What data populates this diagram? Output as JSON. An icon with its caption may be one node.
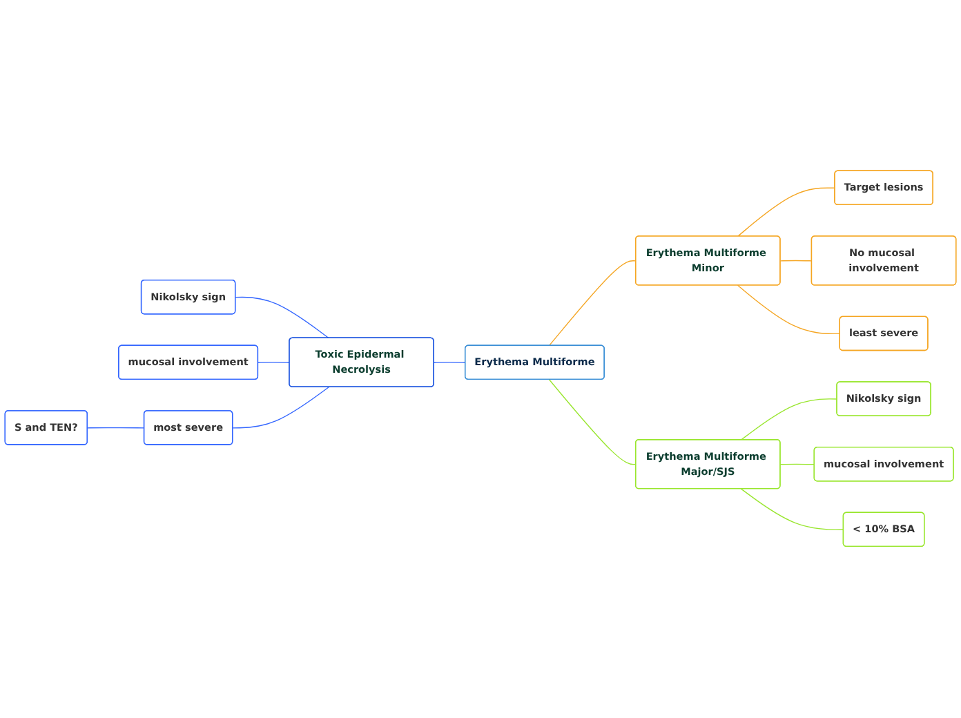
{
  "diagram": {
    "nodes": [
      {
        "text": [
          "Erythema Multiforme"
        ]
      },
      {
        "text": [
          "Erythema Multiforme Minor"
        ]
      },
      {
        "text": [
          "Target lesions"
        ]
      },
      {
        "text": [
          "No mucosal involvement"
        ]
      },
      {
        "text": [
          "least severe"
        ]
      },
      {
        "text": [
          "Erythema Multiforme Major/SJS"
        ]
      },
      {
        "text": [
          "Nikolsky sign"
        ]
      },
      {
        "text": [
          "mucosal involvement"
        ]
      },
      {
        "text": [
          "< 10% BSA"
        ]
      },
      {
        "text": [
          "Toxic Epidermal Necrolysis"
        ]
      },
      {
        "text": [
          "Nikolsky sign"
        ]
      },
      {
        "text": [
          "mucosal involvement"
        ]
      },
      {
        "text": [
          "most severe"
        ]
      },
      {
        "text": [
          "S and TEN?"
        ]
      }
    ],
    "edges": [
      {
        "from": 0,
        "to": 1,
        "arrow": "none",
        "color": "#f5a623"
      },
      {
        "from": 1,
        "to": 2,
        "arrow": "none",
        "color": "#f5a623"
      },
      {
        "from": 1,
        "to": 3,
        "arrow": "none",
        "color": "#f5a623"
      },
      {
        "from": 1,
        "to": 4,
        "arrow": "none",
        "color": "#f5a623"
      },
      {
        "from": 0,
        "to": 5,
        "arrow": "none",
        "color": "#99e62e"
      },
      {
        "from": 5,
        "to": 6,
        "arrow": "none",
        "color": "#99e62e"
      },
      {
        "from": 5,
        "to": 7,
        "arrow": "none",
        "color": "#99e62e"
      },
      {
        "from": 5,
        "to": 8,
        "arrow": "none",
        "color": "#99e62e"
      },
      {
        "from": 9,
        "to": 0,
        "arrow": "none"
      },
      {
        "from": 10,
        "to": 9,
        "arrow": "none"
      },
      {
        "from": 11,
        "to": 9,
        "arrow": "none"
      },
      {
        "from": 12,
        "to": 9,
        "arrow": "none"
      },
      {
        "from": 13,
        "to": 12,
        "arrow": "none"
      }
    ]
  }
}
